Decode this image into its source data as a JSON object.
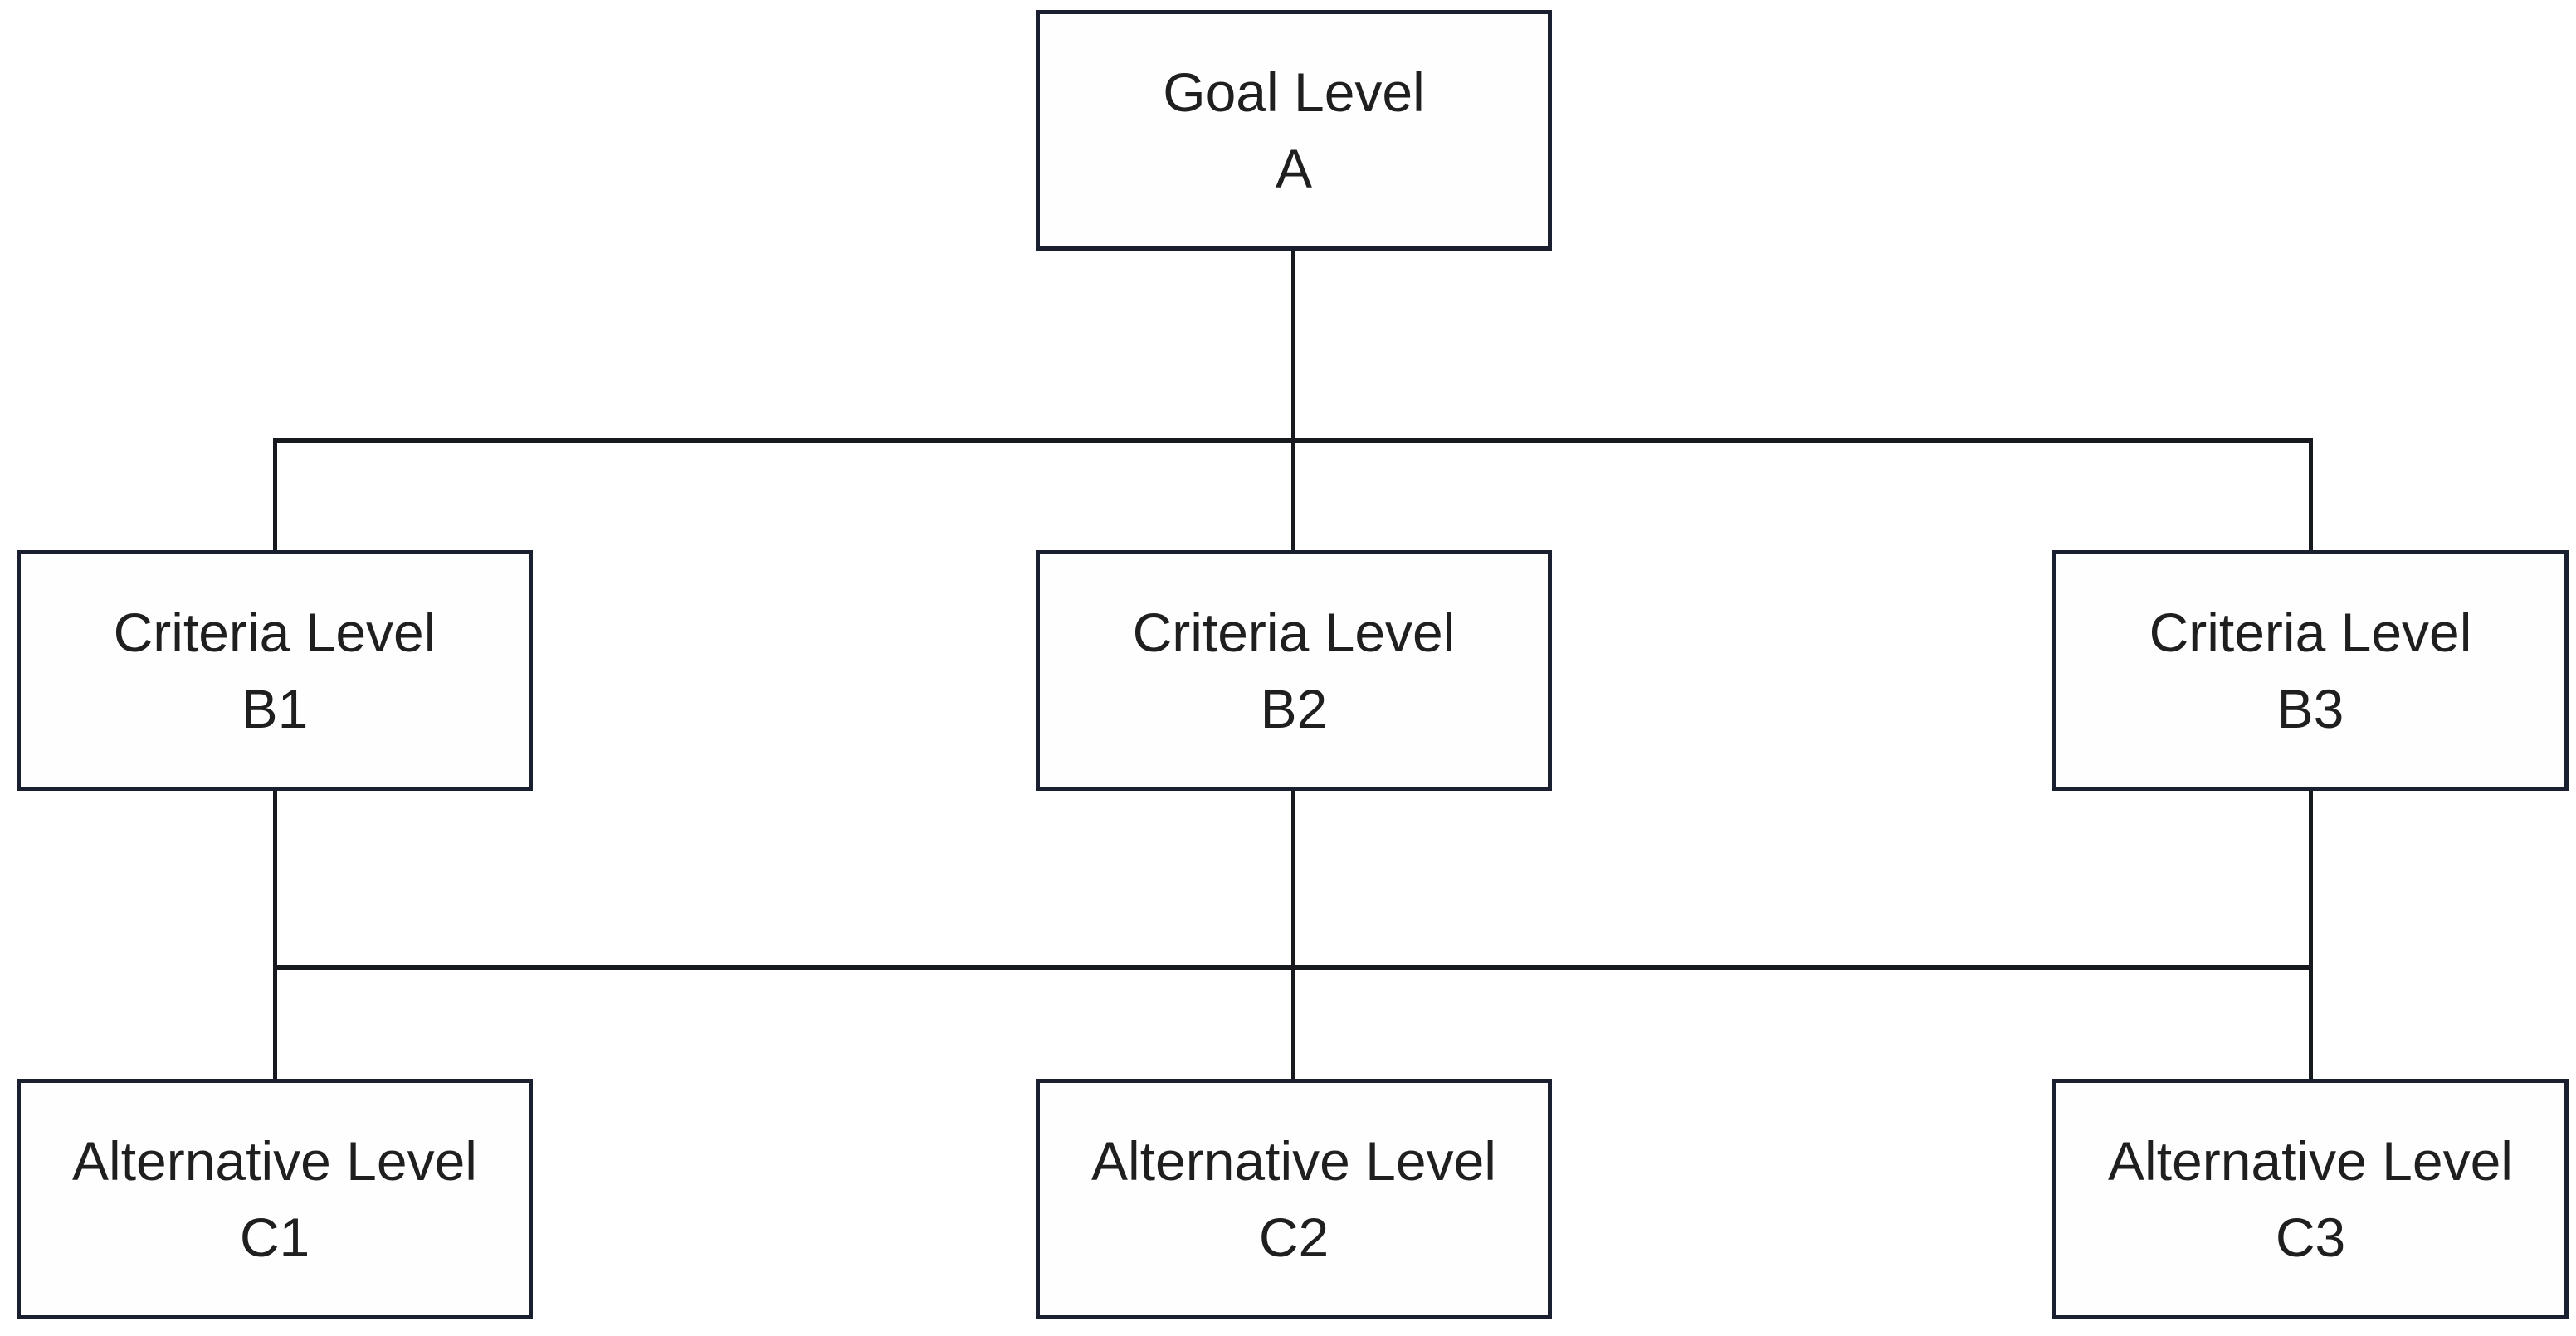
{
  "diagram": {
    "type": "hierarchy",
    "description": "Three-level AHP hierarchy: goal level connected to three criteria, criteria connected to three alternatives",
    "colors": {
      "bg": "#ffffff",
      "border": "#1a2030",
      "line": "#161a1f",
      "text": "#1f1f1f"
    },
    "nodes": {
      "a": {
        "line1": "Goal Level",
        "line2": "A"
      },
      "b1": {
        "line1": "Criteria Level",
        "line2": "B1"
      },
      "b2": {
        "line1": "Criteria Level",
        "line2": "B2"
      },
      "b3": {
        "line1": "Criteria Level",
        "line2": "B3"
      },
      "c1": {
        "line1": "Alternative Level",
        "line2": "C1"
      },
      "c2": {
        "line1": "Alternative Level",
        "line2": "C2"
      },
      "c3": {
        "line1": "Alternative Level",
        "line2": "C3"
      }
    },
    "edges": [
      "A-B1",
      "A-B2",
      "A-B3",
      "B1-C1",
      "B2-C2",
      "B3-C3"
    ]
  }
}
